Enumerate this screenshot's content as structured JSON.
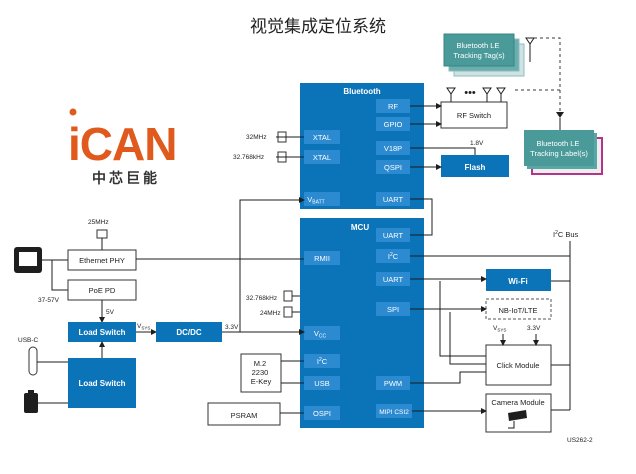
{
  "title": "视觉集成定位系统",
  "logo": {
    "text": "iCAN",
    "subtitle": "中芯巨能"
  },
  "colors": {
    "blue": "#0b73b8",
    "sub_blue": "#2b8ad0",
    "teal": "#4a9a9a",
    "magenta": "#b5338a",
    "logo_orange": "#e05a1e"
  },
  "bluetooth": {
    "title": "Bluetooth",
    "rf": "RF",
    "gpio": "GPIO",
    "xtal1": "XTAL",
    "xtal2": "XTAL",
    "v18p": "V18P",
    "qspi": "QSPI",
    "vbatt": "V",
    "vbatt_sub": "BATT",
    "uart": "UART"
  },
  "mcu": {
    "title": "MCU",
    "uart1": "UART",
    "rmii": "RMII",
    "i2c_l": "I",
    "i2c_c": "C",
    "uart2": "UART",
    "spi": "SPI",
    "vcc": "V",
    "vcc_sub": "CC",
    "i2c2_l": "I",
    "i2c2_c": "C",
    "usb": "USB",
    "pwm": "PWM",
    "ospi": "OSPI",
    "mipi": "MIPI CSI2"
  },
  "freqs": {
    "f32m": "32MHz",
    "f32k": "32.768kHz",
    "f25m": "25MHz",
    "f32k2": "32.768kHz",
    "f24m": "24MHz"
  },
  "boxes": {
    "tag": "Bluetooth LE Tracking Tag(s)",
    "label": "Bluetooth LE Tracking Label(s)",
    "rf_switch": "RF Switch",
    "flash": "Flash",
    "wifi": "Wi-Fi",
    "nbiot": "NB-IoT/LTE",
    "click": "Click Module",
    "camera": "Camera Module",
    "eth_phy": "Ethernet PHY",
    "poe": "PoE PD",
    "load1": "Load Switch",
    "load2": "Load Switch",
    "dcdc": "DC/DC",
    "m2": "M.2 2230 E-Key",
    "psram": "PSRAM"
  },
  "labels": {
    "v18": "1.8V",
    "i2c_bus_l": "I",
    "i2c_bus_c": "C Bus",
    "sup2": "2",
    "v3_3": "3.3V",
    "v3_3b": "3.3V",
    "v5": "5V",
    "v37_57": "37-57V",
    "usbc": "USB-C",
    "vsys": "V",
    "vsys_sub": "SYS",
    "vsys2": "V",
    "vsys2_sub": "SYS",
    "ref": "US262-2",
    "dots": "•••"
  }
}
